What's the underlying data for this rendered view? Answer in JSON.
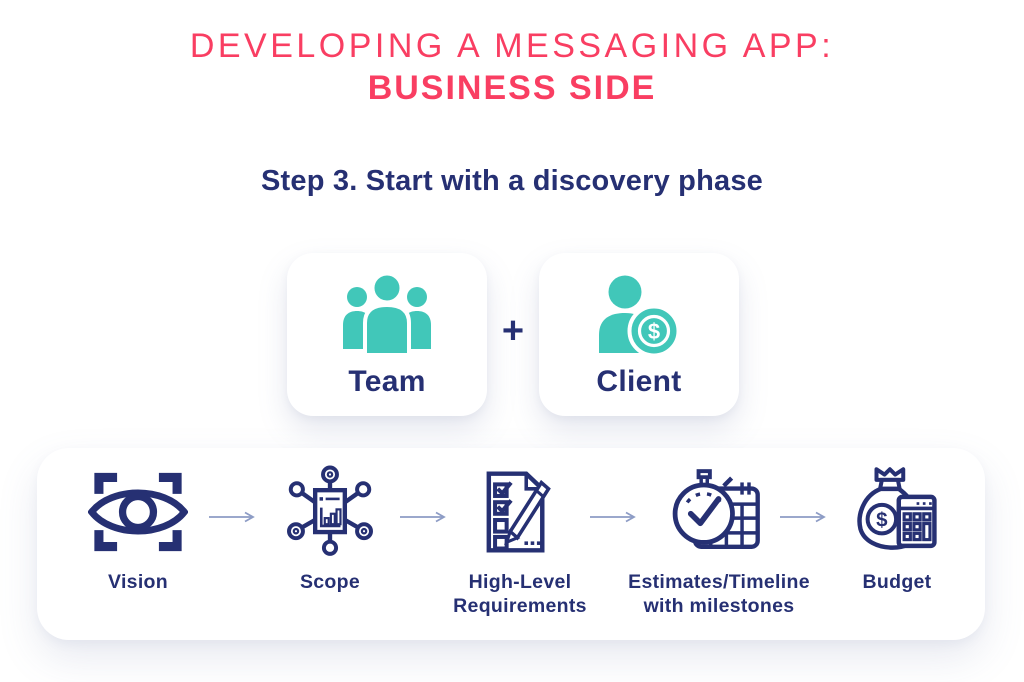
{
  "header": {
    "title_line1": "DEVELOPING A MESSAGING APP:",
    "title_line2": "BUSINESS SIDE",
    "subtitle": "Step 3. Start with a discovery phase"
  },
  "collaboration": {
    "team_card": {
      "label": "Team",
      "icon": "team-group-icon"
    },
    "plus_sign": "+",
    "client_card": {
      "label": "Client",
      "icon": "client-dollar-icon"
    },
    "dollar_symbol": "$"
  },
  "discovery_flow": {
    "steps": [
      {
        "label_line1": "Vision",
        "label_line2": "",
        "icon": "vision-eye-icon"
      },
      {
        "label_line1": "Scope",
        "label_line2": "",
        "icon": "scope-mindmap-icon"
      },
      {
        "label_line1": "High-Level",
        "label_line2": "Requirements",
        "icon": "requirements-checklist-pencil-icon"
      },
      {
        "label_line1": "Estimates/Timeline",
        "label_line2": "with milestones",
        "icon": "stopwatch-calendar-icon"
      },
      {
        "label_line1": "Budget",
        "label_line2": "",
        "icon": "moneybag-calculator-icon"
      }
    ]
  },
  "colors": {
    "accent_pink": "#F93E62",
    "navy": "#263073",
    "teal": "#41C7B9",
    "arrow_blue": "#8D9CC5",
    "card_background": "#FFFFFF"
  }
}
